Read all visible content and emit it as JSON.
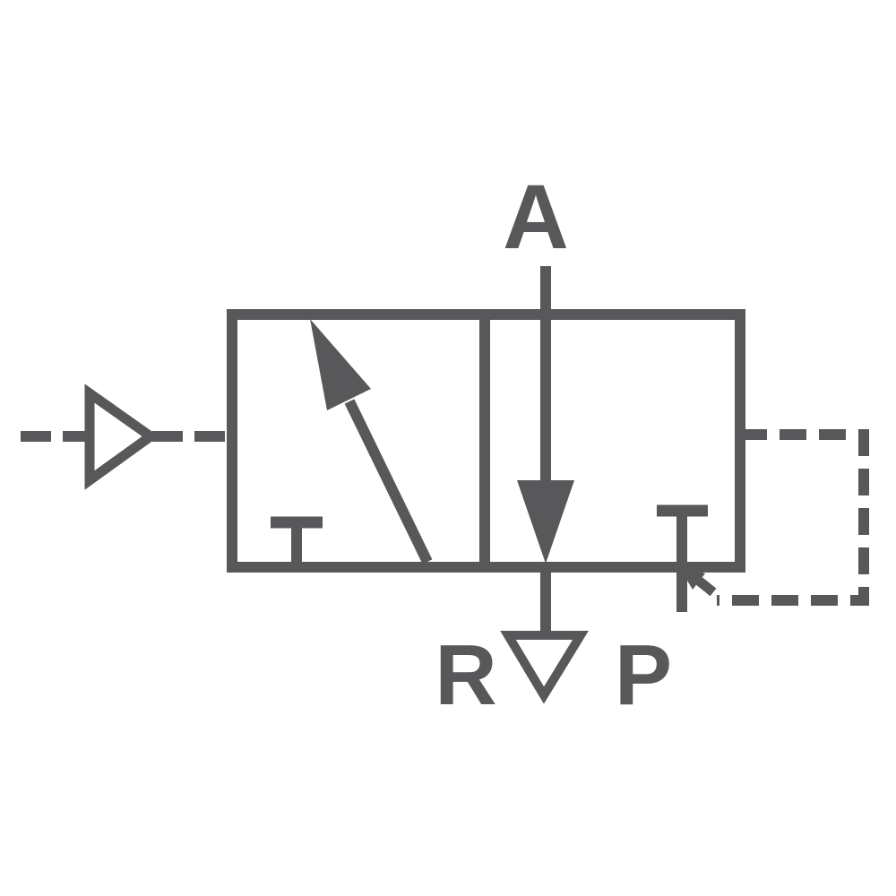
{
  "diagram": {
    "background_color": "#ffffff",
    "line_color": "#58585a",
    "ports": {
      "a": "A",
      "r": "R",
      "p": "P"
    },
    "icons": {
      "pilot_actuator": "pilot-pressure-triangle-icon",
      "exhaust": "exhaust-triangle-icon",
      "blocked_left": "blocked-port-tee-icon",
      "blocked_p": "blocked-port-tee-icon",
      "flow_left": "flow-path-arrow-icon",
      "flow_right": "flow-path-arrow-icon",
      "pilot_return_arrow": "pilot-return-arrow-icon"
    }
  }
}
